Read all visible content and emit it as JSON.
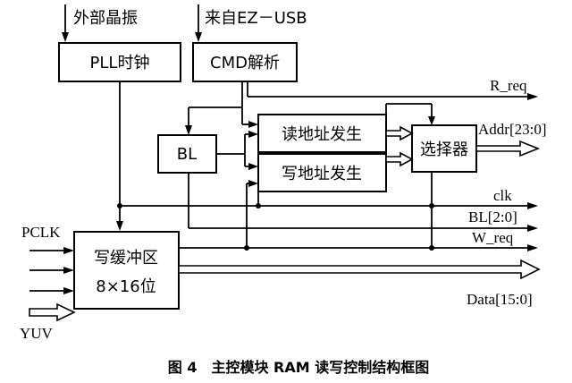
{
  "inputs": {
    "crystal": "外部晶振",
    "from_usb": "来自EZ－USB",
    "pclk": "PCLK",
    "yuv": "YUV"
  },
  "blocks": {
    "pll": "PLL时钟",
    "cmd": "CMD解析",
    "bl": "BL",
    "read_addr": "读地址发生",
    "write_addr": "写地址发生",
    "selector": "选择器",
    "buffer_line1": "写缓冲区",
    "buffer_line2": "8×16位"
  },
  "signals": {
    "r_req": "R_req",
    "addr": "Addr[23:0]",
    "clk": "clk",
    "bl_bus": "BL[2:0]",
    "w_req": "W_req",
    "data": "Data[15:0]"
  },
  "caption": "图 4　主控模块 RAM 读写控制结构框图",
  "colors": {
    "ink": "#000000",
    "background": "#ffffff"
  }
}
